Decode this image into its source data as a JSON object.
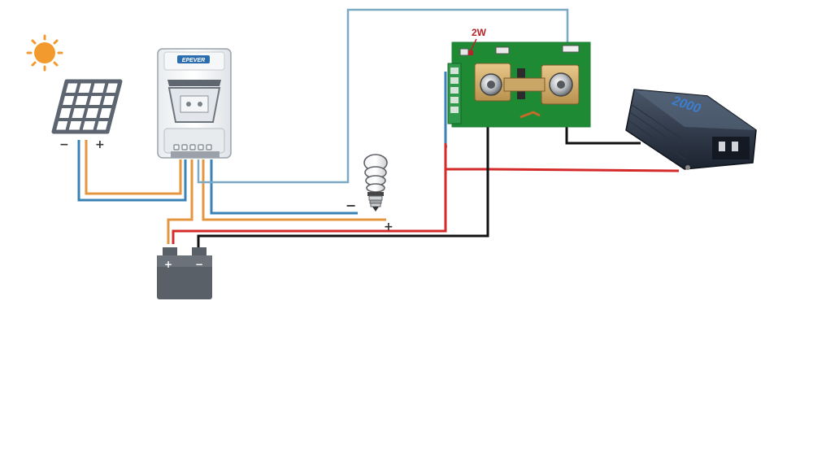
{
  "diagram": {
    "shunt_label": "2W",
    "brand_label": "EPEVER",
    "inverter_label": "2000",
    "panel_neg": "−",
    "panel_pos": "+",
    "battery_pos": "+",
    "battery_neg": "−",
    "load_neg": "−",
    "load_pos": "+"
  },
  "colors": {
    "blue_wire": "#3a82b4",
    "orange_wire": "#e6953f",
    "red_wire": "#d42a2a",
    "black_wire": "#111111",
    "sense_wire": "#7aa9c4",
    "sun": "#f29a2e",
    "pcb": "#1f8a34",
    "label_red": "#b8232a"
  }
}
